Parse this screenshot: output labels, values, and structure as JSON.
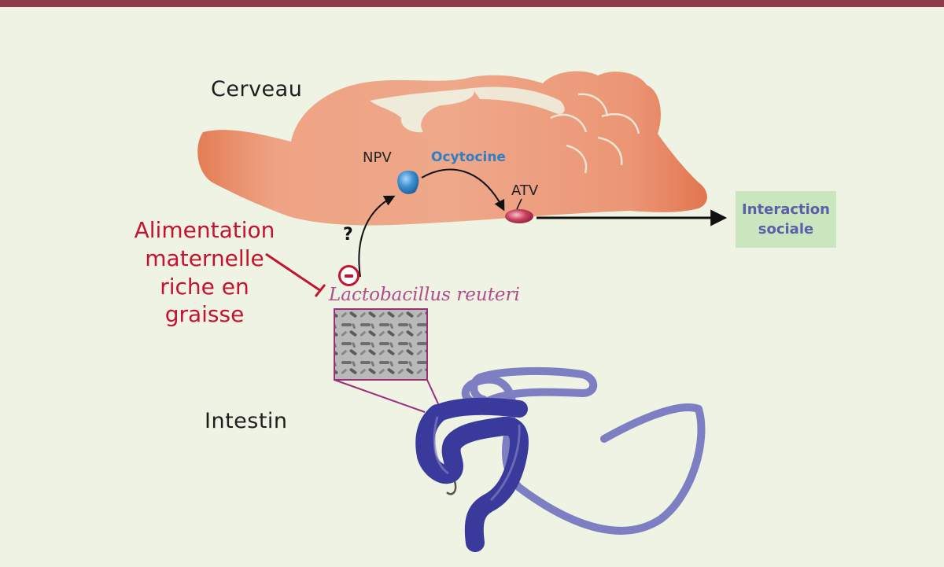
{
  "labels": {
    "brain": "Cerveau",
    "intestine": "Intestin",
    "npv": "NPV",
    "atv": "ATV",
    "oxytocin": "Ocytocine",
    "unknown": "?",
    "diet": "Alimentation maternelle riche en graisse",
    "bacterium": "Lactobacillus reuteri",
    "outcome": [
      "Interaction",
      "sociale"
    ]
  },
  "colors": {
    "background": "#eef3e4",
    "top_bar": "#8e3a4a",
    "brain": "#eb9774",
    "brain_dark": "#e0764f",
    "npv_nucleus": "#2f7fc4",
    "atv_nucleus": "#b5284a",
    "inhibition": "#c4122f",
    "bacterium_label": "#b04d8a",
    "intestine": "#3a3a9c",
    "intestine_light": "#7e7ec2",
    "outcome_box": "#c9e6bf",
    "outcome_text": "#5c5ea8"
  }
}
